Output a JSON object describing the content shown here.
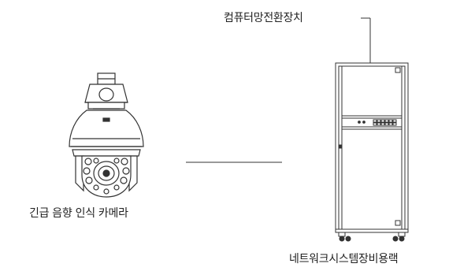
{
  "camera": {
    "label": "긴급 음향 인식 카메라",
    "icon": "ptz-dome-camera-icon"
  },
  "rack": {
    "label": "네트워크시스템장비용랙",
    "icon": "network-rack-cabinet-icon"
  },
  "switch": {
    "label": "컴퓨터망전환장치",
    "icon": "network-switch-icon"
  },
  "colors": {
    "line": "#333333",
    "background": "#ffffff"
  }
}
